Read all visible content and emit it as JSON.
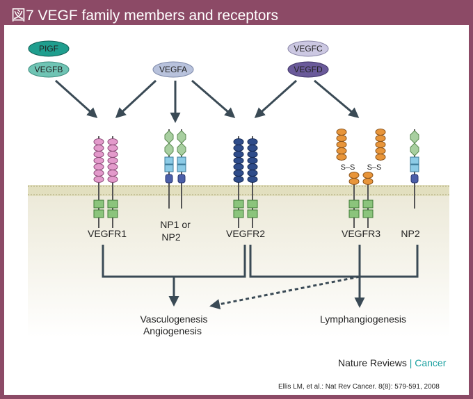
{
  "title": "図7 VEGF family members and receptors",
  "ligands": {
    "pigf": "PIGF",
    "vegfb": "VEGFB",
    "vegfa": "VEGFA",
    "vegfc": "VEGFC",
    "vegfd": "VEGFD"
  },
  "receptors": {
    "vegfr1": "VEGFR1",
    "np1_line1": "NP1 or",
    "np1_line2": "NP2",
    "vegfr2": "VEGFR2",
    "vegfr3": "VEGFR3",
    "np2": "NP2"
  },
  "disulfide": "S–S",
  "outcomes": {
    "vasculo_line1": "Vasculogenesis",
    "vasculo_line2": "Angiogenesis",
    "lymph": "Lymphangiogenesis"
  },
  "journal": {
    "name": "Nature Reviews",
    "separator": "|",
    "section": "Cancer"
  },
  "citation": "Ellis LM, et al.: Nat Rev Cancer. 8(8): 579-591, 2008",
  "colors": {
    "frame": "#8c4a66",
    "pigf": "#1f9e8e",
    "vegfb": "#6fc4b4",
    "vegfa": "#b8c2dc",
    "vegfc": "#ccc8e2",
    "vegfd": "#6a5a9a",
    "vegfr1_domain": "#e39acb",
    "vegfr2_domain": "#2f4c8a",
    "vegfr3_domain": "#e8953a",
    "neuropilin_a": "#a8cfa0",
    "neuropilin_b": "#8ccbe6",
    "neuropilin_c": "#4a5ea8",
    "kinase": "#8bc47c",
    "arrow": "#3a4a55",
    "membrane": "#e2dfbf"
  }
}
